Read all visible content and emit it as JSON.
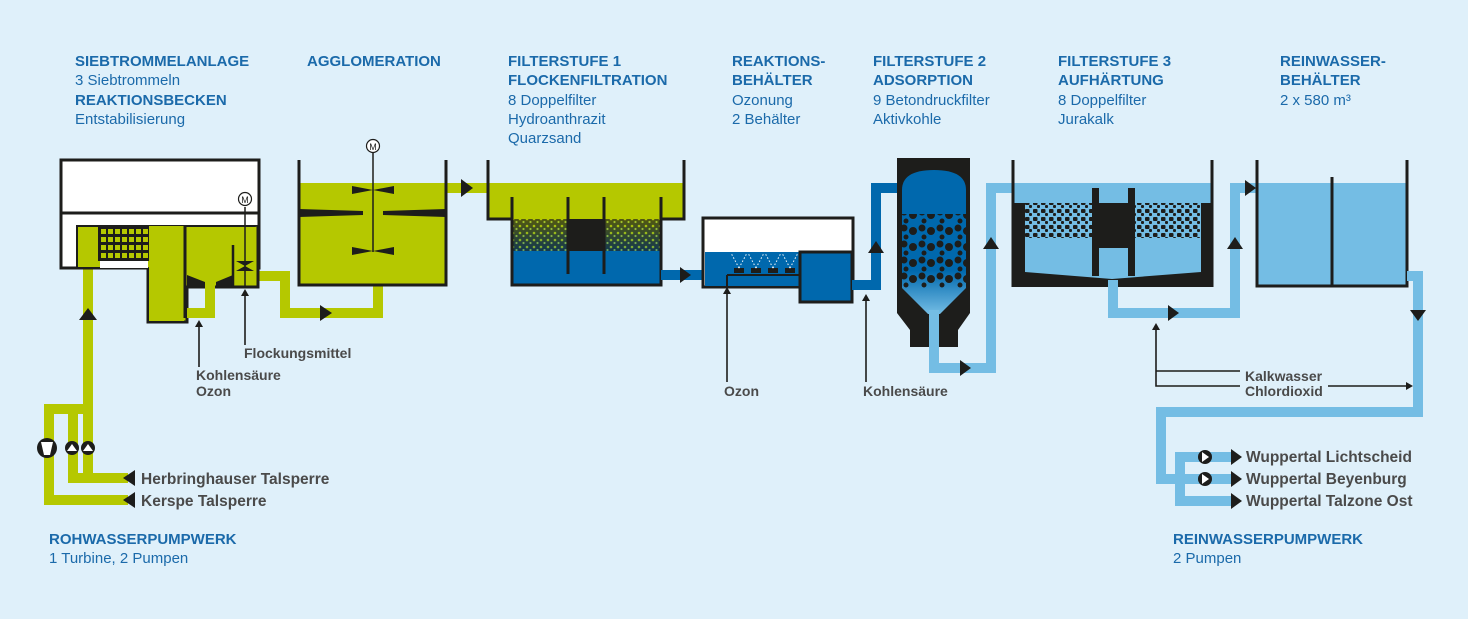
{
  "colors": {
    "background": "#dff0fa",
    "raw_water": "#b5c800",
    "ozonated_water": "#0068ad",
    "clean_water": "#74bde4",
    "structure": "#1d1d1b",
    "heading": "#1b6aaa",
    "label": "#4a4a4a"
  },
  "stages": [
    {
      "lines": [
        "SIEBTROMMELANLAGE"
      ],
      "details": [
        "3 Siebtrommeln"
      ],
      "lines2": [
        "REAKTIONSBECKEN"
      ],
      "details2": [
        "Entstabilisierung"
      ]
    },
    {
      "lines": [
        "AGGLOMERATION"
      ],
      "details": []
    },
    {
      "lines": [
        "FILTERSTUFE 1",
        "FLOCKENFILTRATION"
      ],
      "details": [
        "8 Doppelfilter",
        "Hydroanthrazit",
        "Quarzsand"
      ]
    },
    {
      "lines": [
        "REAKTIONS-",
        "BEHÄLTER"
      ],
      "details": [
        "Ozonung",
        "2 Behälter"
      ]
    },
    {
      "lines": [
        "FILTERSTUFE 2",
        "ADSORPTION"
      ],
      "details": [
        "9 Betondruckfilter",
        "Aktivkohle"
      ]
    },
    {
      "lines": [
        "FILTERSTUFE 3",
        "AUFHÄRTUNG"
      ],
      "details": [
        "8 Doppelfilter",
        "Jurakalk"
      ]
    },
    {
      "lines": [
        "REINWASSER-",
        "BEHÄLTER"
      ],
      "details": [
        "2 x 580 m³"
      ]
    }
  ],
  "pumpworks": {
    "raw": {
      "title": "ROHWASSERPUMPWERK",
      "detail": "1 Turbine, 2 Pumpen"
    },
    "clean": {
      "title": "REINWASSERPUMPWERK",
      "detail": "2 Pumpen"
    }
  },
  "dosing": {
    "flockungsmittel": "Flockungsmittel",
    "kohlensaeure_1": "Kohlensäure",
    "ozon_1": "Ozon",
    "ozon_2": "Ozon",
    "kohlensaeure_2": "Kohlensäure",
    "kalkwasser": "Kalkwasser",
    "chlordioxid": "Chlordioxid"
  },
  "motor_symbol": "M",
  "sources": [
    "Herbringhauser Talsperre",
    "Kerspe Talsperre"
  ],
  "destinations": [
    "Wuppertal Lichtscheid",
    "Wuppertal Beyenburg",
    "Wuppertal Talzone Ost"
  ]
}
